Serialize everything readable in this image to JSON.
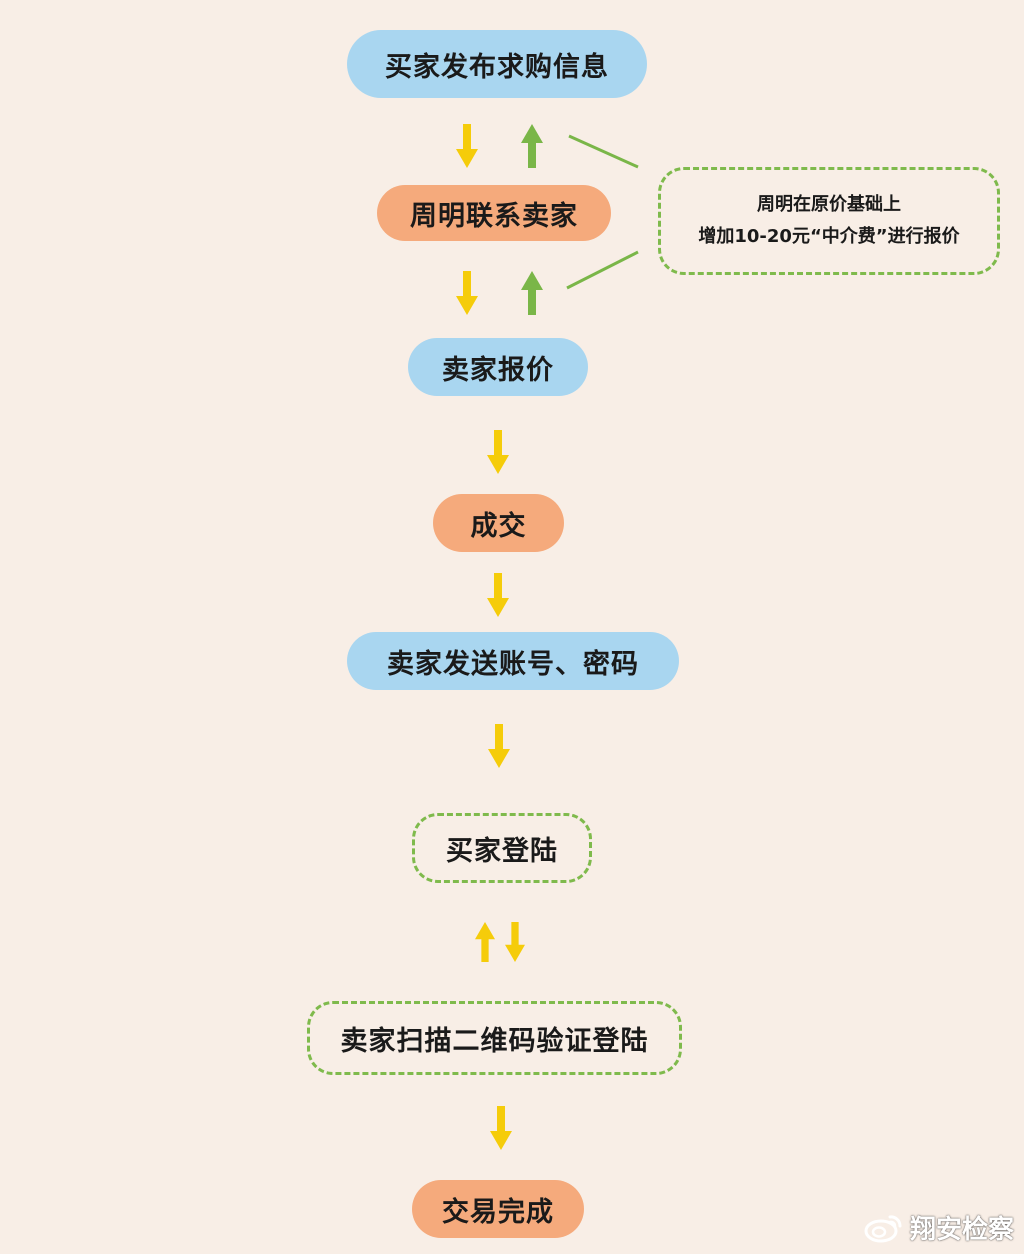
{
  "flow": {
    "step1": "买家发布求购信息",
    "step2": "周明联系卖家",
    "step3": "卖家报价",
    "step4": "成交",
    "step5": "卖家发送账号、密码",
    "step6": "买家登陆",
    "step7": "卖家扫描二维码验证登陆",
    "step8": "交易完成"
  },
  "note": {
    "line1": "周明在原价基础上",
    "line2": "增加10-20元“中介费”进行报价"
  },
  "watermark": {
    "text": "翔安检察",
    "icon": "weibo-icon"
  },
  "colors": {
    "background": "#f8eee6",
    "blue_node": "#a9d6f0",
    "orange_node": "#f5aa7c",
    "dashed_border": "#7fba4c",
    "arrow_yellow": "#f5cc0a",
    "arrow_green": "#7ab648"
  }
}
